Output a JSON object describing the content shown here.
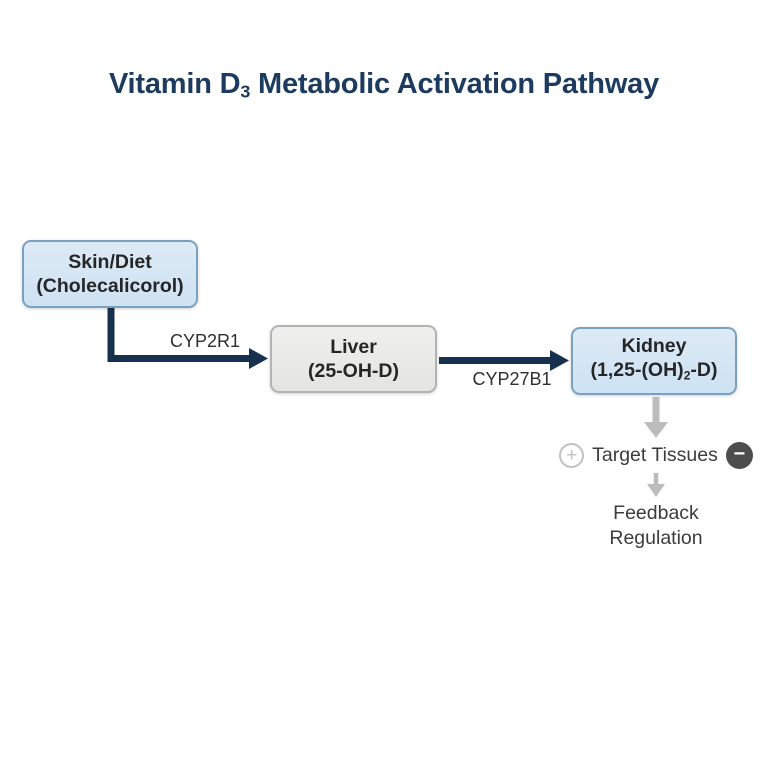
{
  "title": {
    "pre": "Vitamin D",
    "sub": "3",
    "post": " Metabolic Activation Pathway"
  },
  "nodes": {
    "skin": {
      "line1": "Skin/Diet",
      "line2": "(Cholecalicorol)"
    },
    "liver": {
      "line1": "Liver",
      "line2": "(25-OH-D)"
    },
    "kidney": {
      "line1": "Kidney",
      "line2_pre": "(1,25-(OH)",
      "line2_sub": "2",
      "line2_post": "-D)"
    }
  },
  "enzymes": {
    "cyp2r1": "CYP2R1",
    "cyp27b1": "CYP27B1"
  },
  "downstream": {
    "plus_icon": "+",
    "target_tissues": "Target Tissues",
    "minus_icon": "−",
    "feedback_line1": "Feedback",
    "feedback_line2": "Regulation"
  },
  "colors": {
    "navy": "#1d3a5f",
    "arrow_navy": "#16304d",
    "blue_fill": "#cde2f2",
    "blue_border": "#7aa2c0",
    "gray_fill": "#e4e4e2",
    "gray_border": "#b3b3b3",
    "gray_arrow": "#bcbcbc",
    "minus_bg": "#4d4d4d",
    "plus_gray": "#c2c2c2"
  }
}
